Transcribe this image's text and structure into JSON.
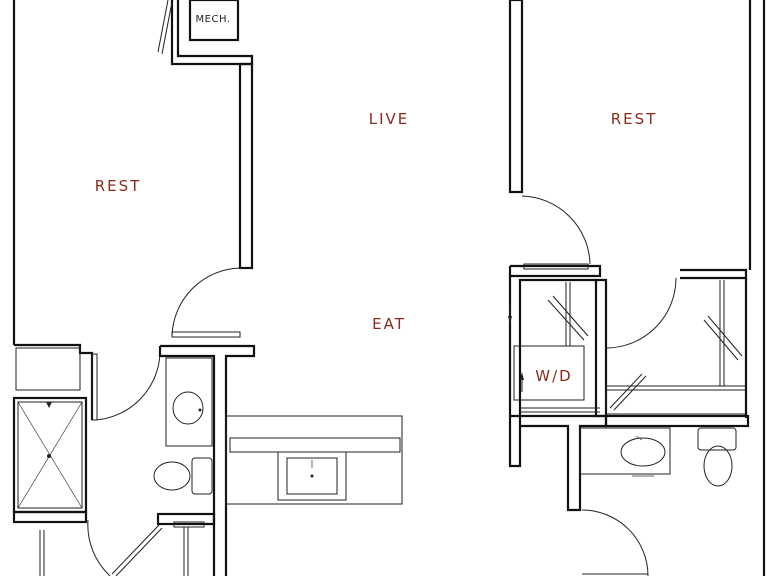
{
  "labels": {
    "mech": "MECH.",
    "live": "LIVE",
    "rest_left": "REST",
    "rest_right": "REST",
    "eat": "EAT",
    "wd": "W/D"
  },
  "colors": {
    "room_label": "#8b2a1c",
    "wall": "#111111"
  }
}
